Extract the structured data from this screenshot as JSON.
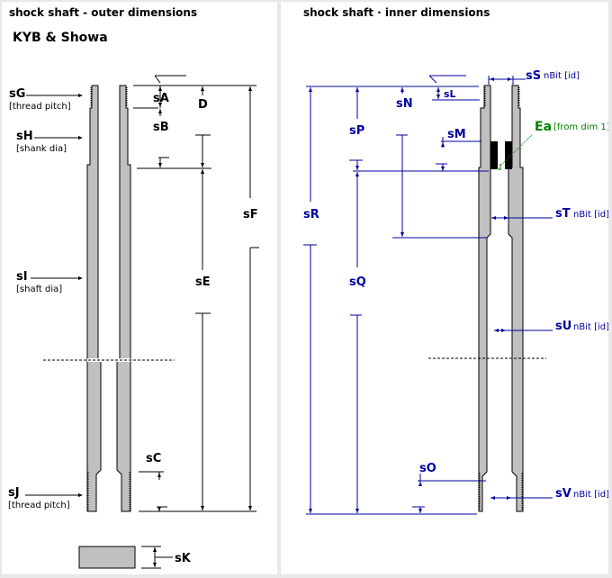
{
  "left_panel": {
    "title": "shock shaft - outer dimensions",
    "subtitle": "KYB & Showa",
    "callouts": [
      {
        "label": "sG",
        "note": "[thread pitch]"
      },
      {
        "label": "sH",
        "note": "[shank dia]"
      },
      {
        "label": "sI",
        "note": "[shaft dia]"
      },
      {
        "label": "sJ",
        "note": "[thread pitch]"
      }
    ],
    "dimensions": {
      "sA": "sA",
      "sB": "sB",
      "D": "D",
      "sE": "sE",
      "sF": "sF",
      "sC": "sC",
      "sK": "sK"
    }
  },
  "right_panel": {
    "title": "shock shaft · inner dimensions",
    "dimensions": {
      "sL": "sL",
      "sN": "sN",
      "sP": "sP",
      "sM": "sM",
      "sR": "sR",
      "sQ": "sQ",
      "sO": "sO"
    },
    "id_callouts": [
      {
        "label": "sS",
        "note": "nBit [id]"
      },
      {
        "label": "sT",
        "note": "nBit [id]"
      },
      {
        "label": "sU",
        "note": "nBit [id]"
      },
      {
        "label": "sV",
        "note": "nBit [id]"
      }
    ],
    "ea": {
      "label": "Ea",
      "note": "[from dim 1]"
    }
  },
  "colors": {
    "background": "#e8e8e8",
    "panel": "#ffffff",
    "shaft_fill": "#c0c0c0",
    "outer_dim_lines": "#000000",
    "inner_dim_lines": "#0000a0",
    "ea_green": "#008000"
  }
}
